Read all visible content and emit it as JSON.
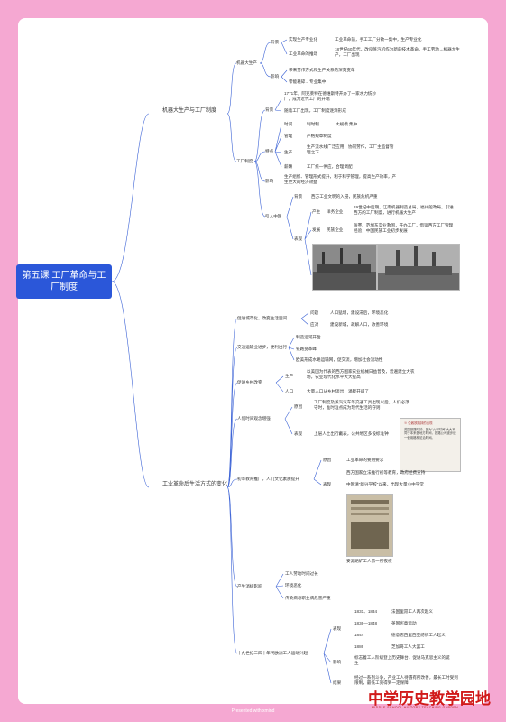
{
  "root": {
    "title": "第五课 工厂革命与工厂制度"
  },
  "b1": {
    "label": "机器大生产与工厂制度",
    "machine": {
      "label": "机器大生产",
      "bg_label": "背景",
      "bg1": "实现生产专业化",
      "bg1_detail": "工业革命前，手工工厂分散一集中，生产专业化",
      "bg2": "工业革命的推动",
      "bg2_detail": "18世纪60年代，改良蒸汽机作为新的技术革命，手工劳动→机器大生产，工厂出现",
      "impact_label": "影响",
      "impact1": "带来劳作方式和生产关系的深刻变革",
      "impact2": "零能耗碎→专业集中"
    },
    "factory": {
      "label": "工厂制度",
      "bg_label": "背景",
      "bg1": "1771年，阿克莱特在德维斯特开办了一家水力纺纱厂，成为近代工厂的开端",
      "bg2": "随着工厂出现，工厂制度逐渐形成",
      "feat_label": "特点",
      "feat_time_label": "时间",
      "feat_time": "制时制",
      "feat_time_detail": "大规模 集中",
      "feat_mgmt_label": "管理",
      "feat_mgmt": "严格规章制度",
      "feat_prod_label": "生产",
      "feat_prod": "生产流水线广泛应用，协同劳作，工厂主监督管理之下",
      "feat_pay_label": "薪酬",
      "feat_pay": "工厂统一供应，合理调配",
      "impact_label": "影响",
      "impact": "生产组织、管理形式提升，利于科学管理，提高生产效率，产生更大的经济效益",
      "china_label": "引入中国",
      "china_bg_label": "背景",
      "china_bg": "西方工业文明的入侵，民族危机严重",
      "china_rep_label": "表现",
      "china_rise_label": "产生",
      "china_rise_type": "洋务企业",
      "china_rise_detail": "19世纪中后期，江南机器制造总局，福州船政局，引进西方的工厂制度，进行机器大生产",
      "china_dev_label": "发展",
      "china_dev_type": "民族企业",
      "china_dev_detail": "张謇、范旭东实业救国，开办工厂，借鉴西方工厂管理经验，中国民族工业初步发展"
    }
  },
  "b2": {
    "label": "工业革命后生活方式的变化",
    "city": {
      "label": "促进城市化，改变生活空间",
      "prob_label": "问题",
      "prob": "人口猛增，建设滞后，环境恶化",
      "fix_label": "应对",
      "fix": "建设新城，疏解人口，改善环境"
    },
    "traffic": {
      "label": "交通运输业进步，便利出行",
      "i1": "制造运河开凿",
      "i2": "铁路变革峰",
      "i3": "欧美形成水路运输网，促交流，增加社会流动性"
    },
    "rural": {
      "label": "促进乡村改变",
      "prod_label": "生产",
      "prod": "以美国为代表的西方国家农业机械日益普及，普遍建立大农场，农业现代化水平大大提高",
      "pop_label": "人口",
      "pop": "大量人口从乡村流出，涌聚开阔了"
    },
    "time": {
      "label": "人们时间观念增强",
      "cause_label": "原因",
      "cause": "工厂制度及蒸汽汽车等交通工具出现以后，人们必须守时，准时准点成为现代生活的守则",
      "show_label": "表现",
      "show": "上层人士出行戴表，公共地区多设标准钟"
    },
    "edu": {
      "label": "初等教育推广，人们文化素质提升",
      "cause_label": "原因",
      "cause": "工业革命的要用要求",
      "show_label": "表现",
      "show1": "西方国家立法推行初等教育，政府经费支持",
      "show2": "中国清\"新兴学校\"以来，出现大量小中学堂",
      "caption": "安源路矿工人第一所夜校"
    },
    "problems": {
      "label": "产生消极影响",
      "i1": "工人劳动时间过长",
      "i2": "环境恶化",
      "i3": "传染病与职业病危害严重"
    },
    "labor": {
      "label": "十九世纪三四十年代欧洲工人运动兴起",
      "show_label": "表现",
      "events": [
        {
          "year": "1831、1834",
          "text": "法国里昂工人两次起义"
        },
        {
          "year": "1836—1848",
          "text": "英国宪章运动"
        },
        {
          "year": "1844",
          "text": "德意志西里西亚纺织工人起义"
        },
        {
          "year": "1886",
          "text": "芝加哥工人大罢工"
        }
      ],
      "impact_label": "影响",
      "impact": "标志着工人阶级登上历史舞台，促进马克思主义的诞生",
      "result_label": "结果",
      "result": "经过一系列斗争，产业工人待遇有所改善，最长工时受到限制，最低工资得到一定保障"
    }
  },
  "note_card": {
    "title": "※ 伦敦铁路钟的出现",
    "body": "英国铁路时钟，因为\"火车时间\"大大不同于本来各地方时间，铁路公司逐步统一使用格林尼治时间。"
  },
  "footer": {
    "text": "Presented with xmind"
  },
  "brand": {
    "name": "中学历史教学园地",
    "sub": "MIDDLE SCHOOL HISTORY TEACHING GARDEN"
  },
  "colors": {
    "background": "#f5a8d2",
    "root": "#2b57d9",
    "line": "#3c63d6",
    "brand": "#d11a1a"
  }
}
